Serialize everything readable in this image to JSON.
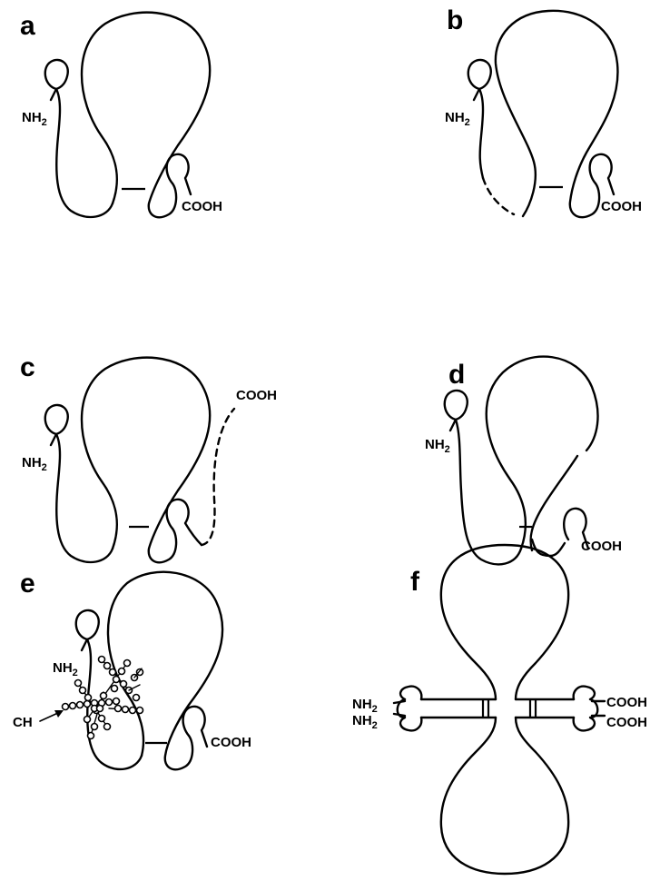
{
  "panels": [
    {
      "label": "a",
      "nh2": "NH",
      "nh2_sub": "2",
      "cooh": "COOH"
    },
    {
      "label": "b",
      "nh2": "NH",
      "nh2_sub": "2",
      "cooh": "COOH"
    },
    {
      "label": "c",
      "nh2": "NH",
      "nh2_sub": "2",
      "cooh": "COOH"
    },
    {
      "label": "d",
      "nh2": "NH",
      "nh2_sub": "2",
      "cooh": "COOH"
    },
    {
      "label": "e",
      "nh2": "NH",
      "nh2_sub": "2",
      "cooh": "COOH",
      "carbohydrate": "CH"
    },
    {
      "label": "f",
      "nh2": "NH",
      "nh2_sub": "2",
      "cooh": "COOH"
    }
  ]
}
